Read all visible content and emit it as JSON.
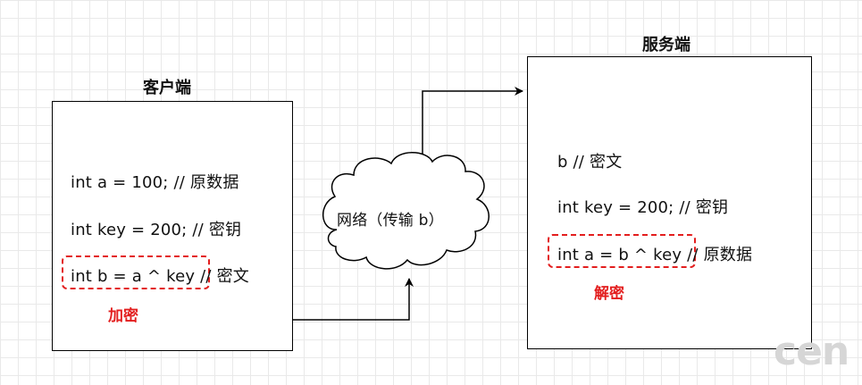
{
  "client": {
    "title": "客户端",
    "lines": [
      "int a = 100; // 原数据",
      "int key = 200; // 密钥"
    ],
    "highlight_code": "int b = a ^ key",
    "highlight_comment": "// 密文",
    "action_label": "加密"
  },
  "network": {
    "label": "网络（传输 b）"
  },
  "server": {
    "title": "服务端",
    "lines": [
      "b // 密文",
      "int key = 200; // 密钥"
    ],
    "highlight_code": "int a = b ^ key",
    "highlight_comment": "// 原数据",
    "action_label": "解密"
  },
  "watermark": "cen",
  "colors": {
    "highlight": "#e31e1e",
    "stroke": "#000000",
    "grid": "#e9e9e9"
  }
}
